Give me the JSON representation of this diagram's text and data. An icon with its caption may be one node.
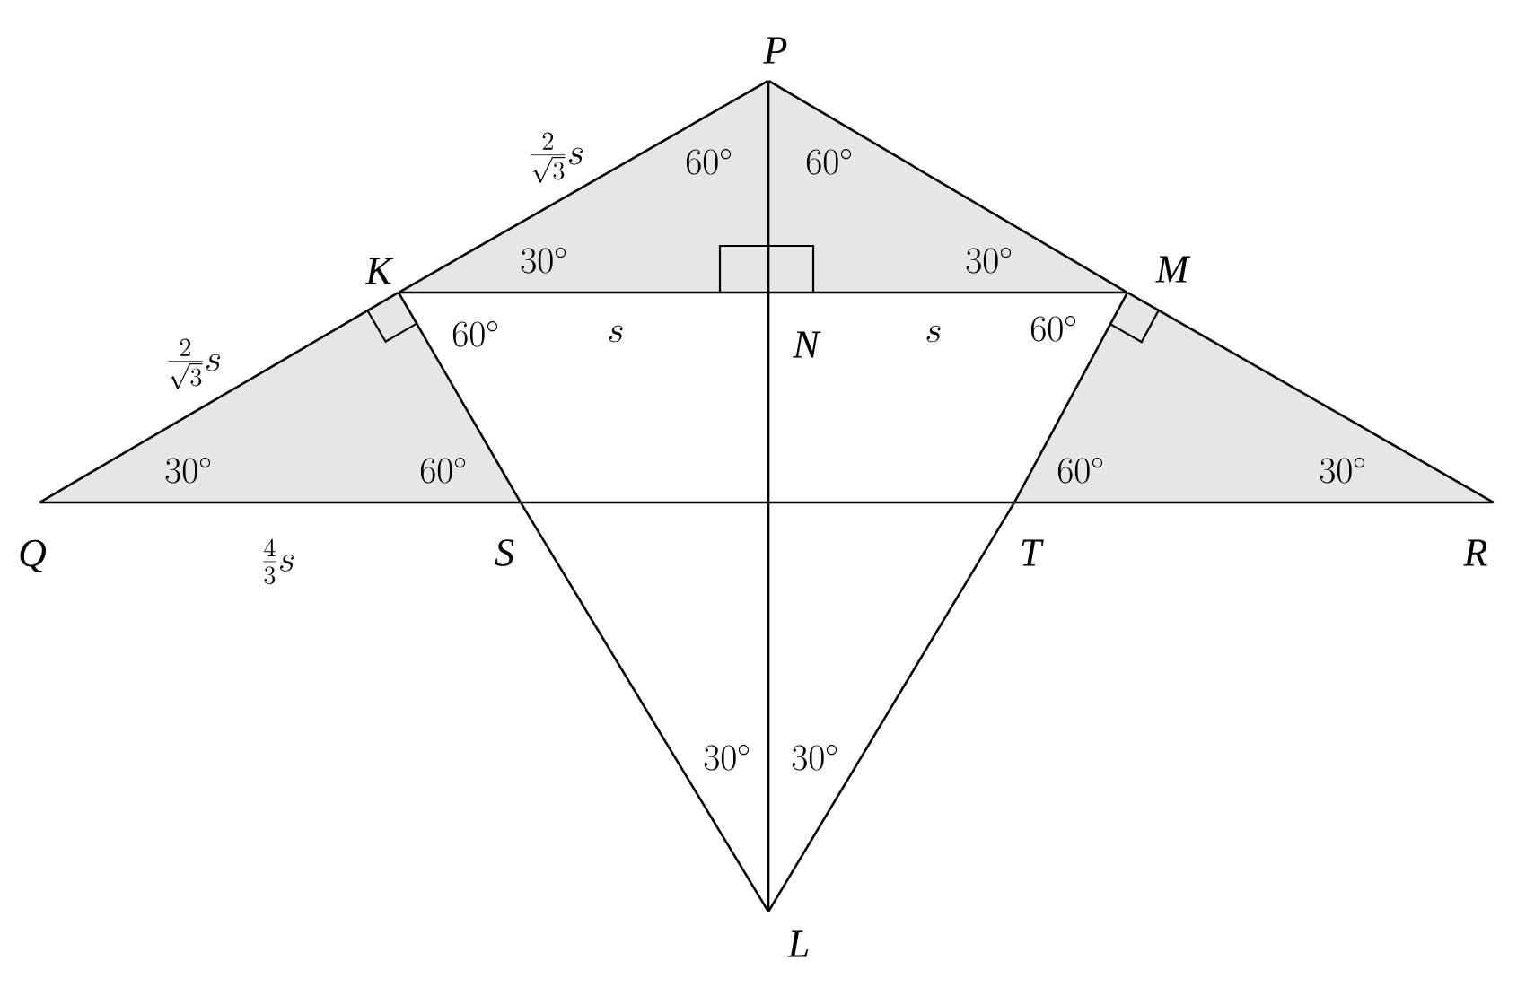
{
  "diagram": {
    "nodes": [
      {
        "text": [
          "P"
        ]
      },
      {
        "text": [
          "K"
        ]
      },
      {
        "text": [
          "M"
        ]
      },
      {
        "text": [
          "N"
        ]
      },
      {
        "text": [
          "Q"
        ]
      },
      {
        "text": [
          "S"
        ]
      },
      {
        "text": [
          "T"
        ]
      },
      {
        "text": [
          "R"
        ]
      },
      {
        "text": [
          "L"
        ]
      }
    ],
    "edges": [
      {
        "from": 0,
        "to": 1,
        "arrow": "none",
        "label": "\\frac{2}{\\sqrt{3}}s"
      },
      {
        "from": 1,
        "to": 4,
        "arrow": "none",
        "label": "\\frac{2}{\\sqrt{3}}s"
      },
      {
        "from": 0,
        "to": 2,
        "arrow": "none"
      },
      {
        "from": 2,
        "to": 7,
        "arrow": "none"
      },
      {
        "from": 1,
        "to": 3,
        "arrow": "none",
        "label": "s"
      },
      {
        "from": 3,
        "to": 2,
        "arrow": "none",
        "label": "s"
      },
      {
        "from": 4,
        "to": 5,
        "arrow": "none",
        "label": "\\frac{4}{3}s"
      },
      {
        "from": 5,
        "to": 6,
        "arrow": "none"
      },
      {
        "from": 6,
        "to": 7,
        "arrow": "none"
      },
      {
        "from": 0,
        "to": 3,
        "arrow": "none"
      },
      {
        "from": 3,
        "to": 8,
        "arrow": "none"
      },
      {
        "from": 1,
        "to": 5,
        "arrow": "none"
      },
      {
        "from": 5,
        "to": 8,
        "arrow": "none"
      },
      {
        "from": 2,
        "to": 6,
        "arrow": "none"
      },
      {
        "from": 6,
        "to": 8,
        "arrow": "none"
      }
    ],
    "labels": [
      "60^\\circ",
      "60^\\circ",
      "30^\\circ",
      "30^\\circ",
      "60^\\circ",
      "60^\\circ",
      "30^\\circ",
      "60^\\circ",
      "60^\\circ",
      "30^\\circ",
      "30^\\circ",
      "30^\\circ"
    ]
  }
}
